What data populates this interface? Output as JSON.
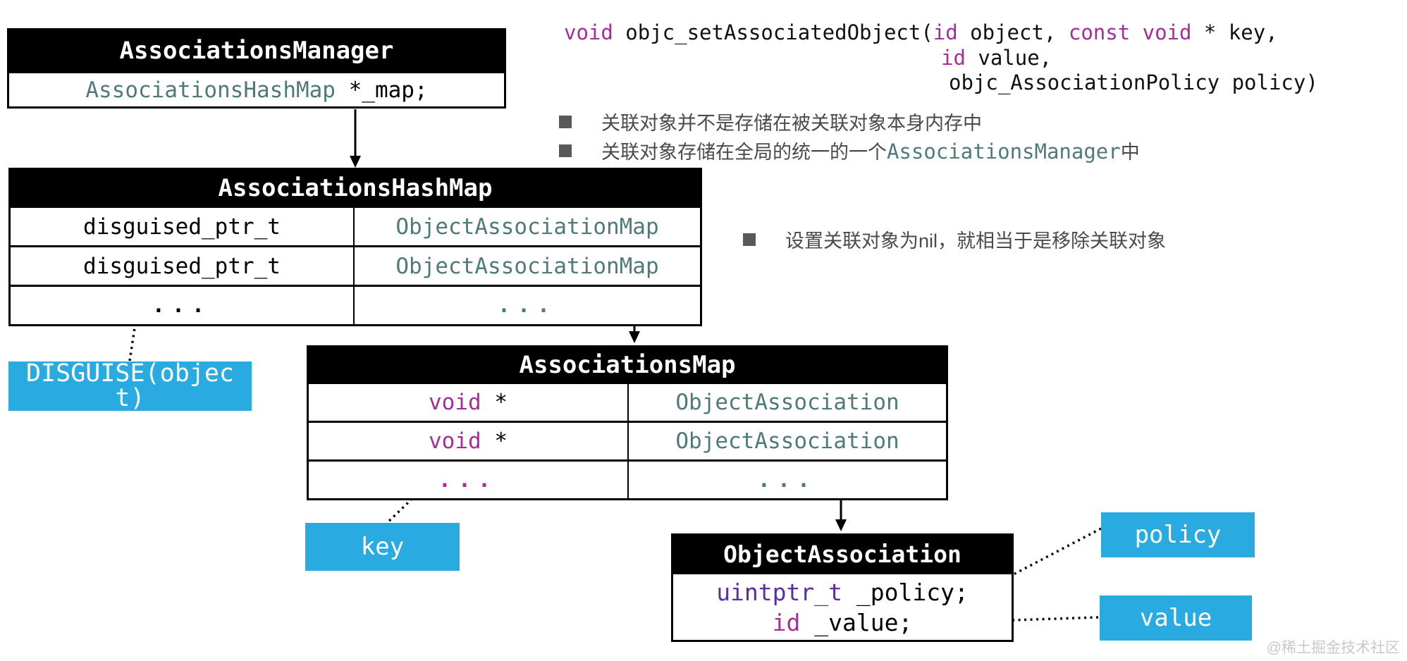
{
  "code": {
    "lines": [
      {
        "segments": [
          {
            "text": "void"
          },
          {
            "text": " objc_setAssociatedObject("
          },
          {
            "text": "id"
          },
          {
            "text": " object, "
          },
          {
            "text": "const void"
          },
          {
            "text": " * key,"
          }
        ]
      },
      {
        "segments": [
          {
            "text": "id"
          },
          {
            "text": " value,"
          }
        ]
      },
      {
        "segments": [
          {
            "text": "objc_AssociationPolicy policy)"
          }
        ]
      }
    ]
  },
  "bullets": [
    {
      "text": "关联对象并不是存储在被关联对象本身内存中"
    },
    {
      "text_before": "关联对象存储在全局的统一的一个",
      "code": "AssociationsManager",
      "text_after": "中"
    },
    {
      "text": "设置关联对象为nil，就相当于是移除关联对象"
    }
  ],
  "tables": {
    "manager": {
      "title": "AssociationsManager",
      "field_type": "AssociationsHashMap",
      "field_rest": " *_map;"
    },
    "hashmap": {
      "title": "AssociationsHashMap",
      "rows": [
        {
          "key": "disguised_ptr_t",
          "value": "ObjectAssociationMap"
        },
        {
          "key": "disguised_ptr_t",
          "value": "ObjectAssociationMap"
        },
        {
          "key": "...",
          "value": "..."
        }
      ]
    },
    "map": {
      "title": "AssociationsMap",
      "rows": [
        {
          "key_kw": "void",
          "key_rest": " *",
          "value": "ObjectAssociation"
        },
        {
          "key_kw": "void",
          "key_rest": " *",
          "value": "ObjectAssociation"
        },
        {
          "key_kw": "...",
          "key_rest": "",
          "value": "..."
        }
      ]
    },
    "objassoc": {
      "title": "ObjectAssociation",
      "fields": [
        {
          "type": "uintptr_t",
          "rest": " _policy;"
        },
        {
          "type": "id",
          "rest": " _value;"
        }
      ]
    }
  },
  "labels": {
    "disguise": "DISGUISE(object)",
    "key": "key",
    "policy": "policy",
    "value": "value"
  },
  "watermark": "@稀土掘金技术社区",
  "colors": {
    "keyword_magenta": "#a62c9c",
    "type_indigo": "#5b2ea8",
    "class_teal": "#4e7b79",
    "label_blue": "#29abe2",
    "table_header_bg": "#000000",
    "bullet_text": "#4a4a4a",
    "bullet_marker": "#595959",
    "watermark_gray": "#c9c9c9"
  }
}
